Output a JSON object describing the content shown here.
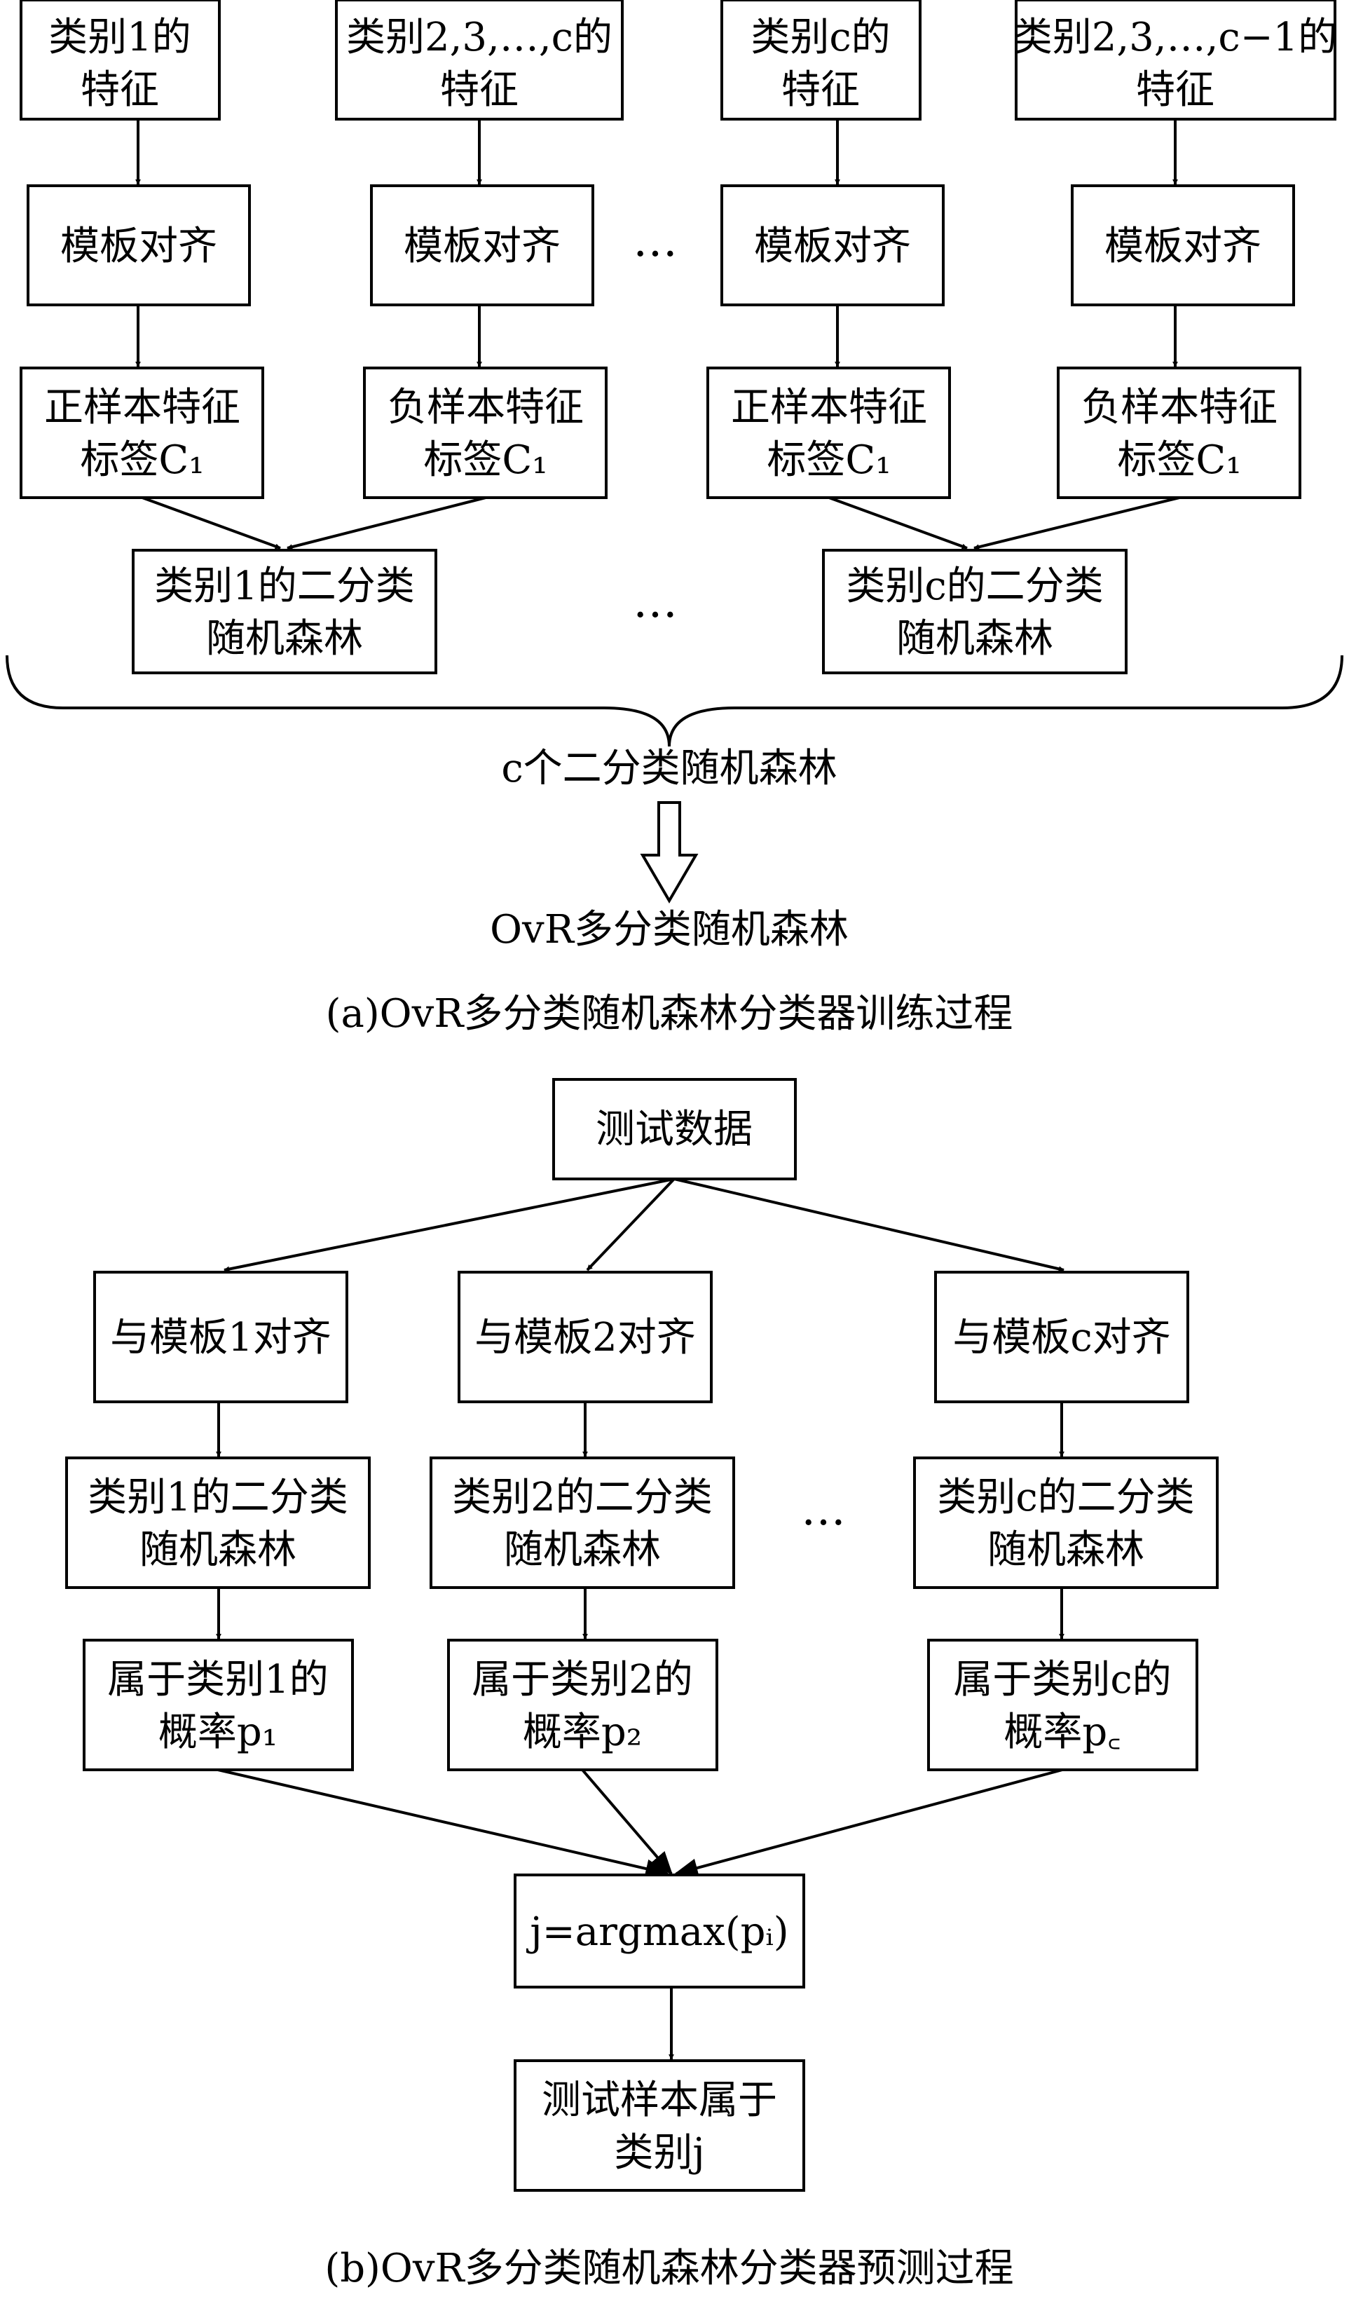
{
  "training": {
    "features": [
      {
        "l1": "类别1的",
        "l2": "特征"
      },
      {
        "l1": "类别2,3,…,c的",
        "l2": "特征"
      },
      {
        "l1": "类别c的",
        "l2": "特征"
      },
      {
        "l1": "类别2,3,…,c−1的",
        "l2": "特征"
      }
    ],
    "align_label": "模板对齐",
    "samples": [
      {
        "l1": "正样本特征",
        "l2": "标签C₁"
      },
      {
        "l1": "负样本特征",
        "l2": "标签C₁"
      },
      {
        "l1": "正样本特征",
        "l2": "标签C₁"
      },
      {
        "l1": "负样本特征",
        "l2": "标签C₁"
      }
    ],
    "forests": [
      {
        "l1": "类别1的二分类",
        "l2": "随机森林"
      },
      {
        "l1": "类别c的二分类",
        "l2": "随机森林"
      }
    ],
    "ellipsis": "…",
    "summary": "c个二分类随机森林",
    "result": "OvR多分类随机森林",
    "caption": "(a)OvR多分类随机森林分类器训练过程"
  },
  "prediction": {
    "test_data": "测试数据",
    "aligns": [
      "与模板1对齐",
      "与模板2对齐",
      "与模板c对齐"
    ],
    "forests": [
      {
        "l1": "类别1的二分类",
        "l2": "随机森林"
      },
      {
        "l1": "类别2的二分类",
        "l2": "随机森林"
      },
      {
        "l1": "类别c的二分类",
        "l2": "随机森林"
      }
    ],
    "probs": [
      {
        "l1": "属于类别1的",
        "l2": "概率p₁"
      },
      {
        "l1": "属于类别2的",
        "l2": "概率p₂"
      },
      {
        "l1": "属于类别c的",
        "l2": "概率p꜀"
      }
    ],
    "ellipsis": "…",
    "argmax": "j=argmax(pᵢ)",
    "final": {
      "l1": "测试样本属于",
      "l2": "类别j"
    },
    "caption": "(b)OvR多分类随机森林分类器预测过程"
  }
}
